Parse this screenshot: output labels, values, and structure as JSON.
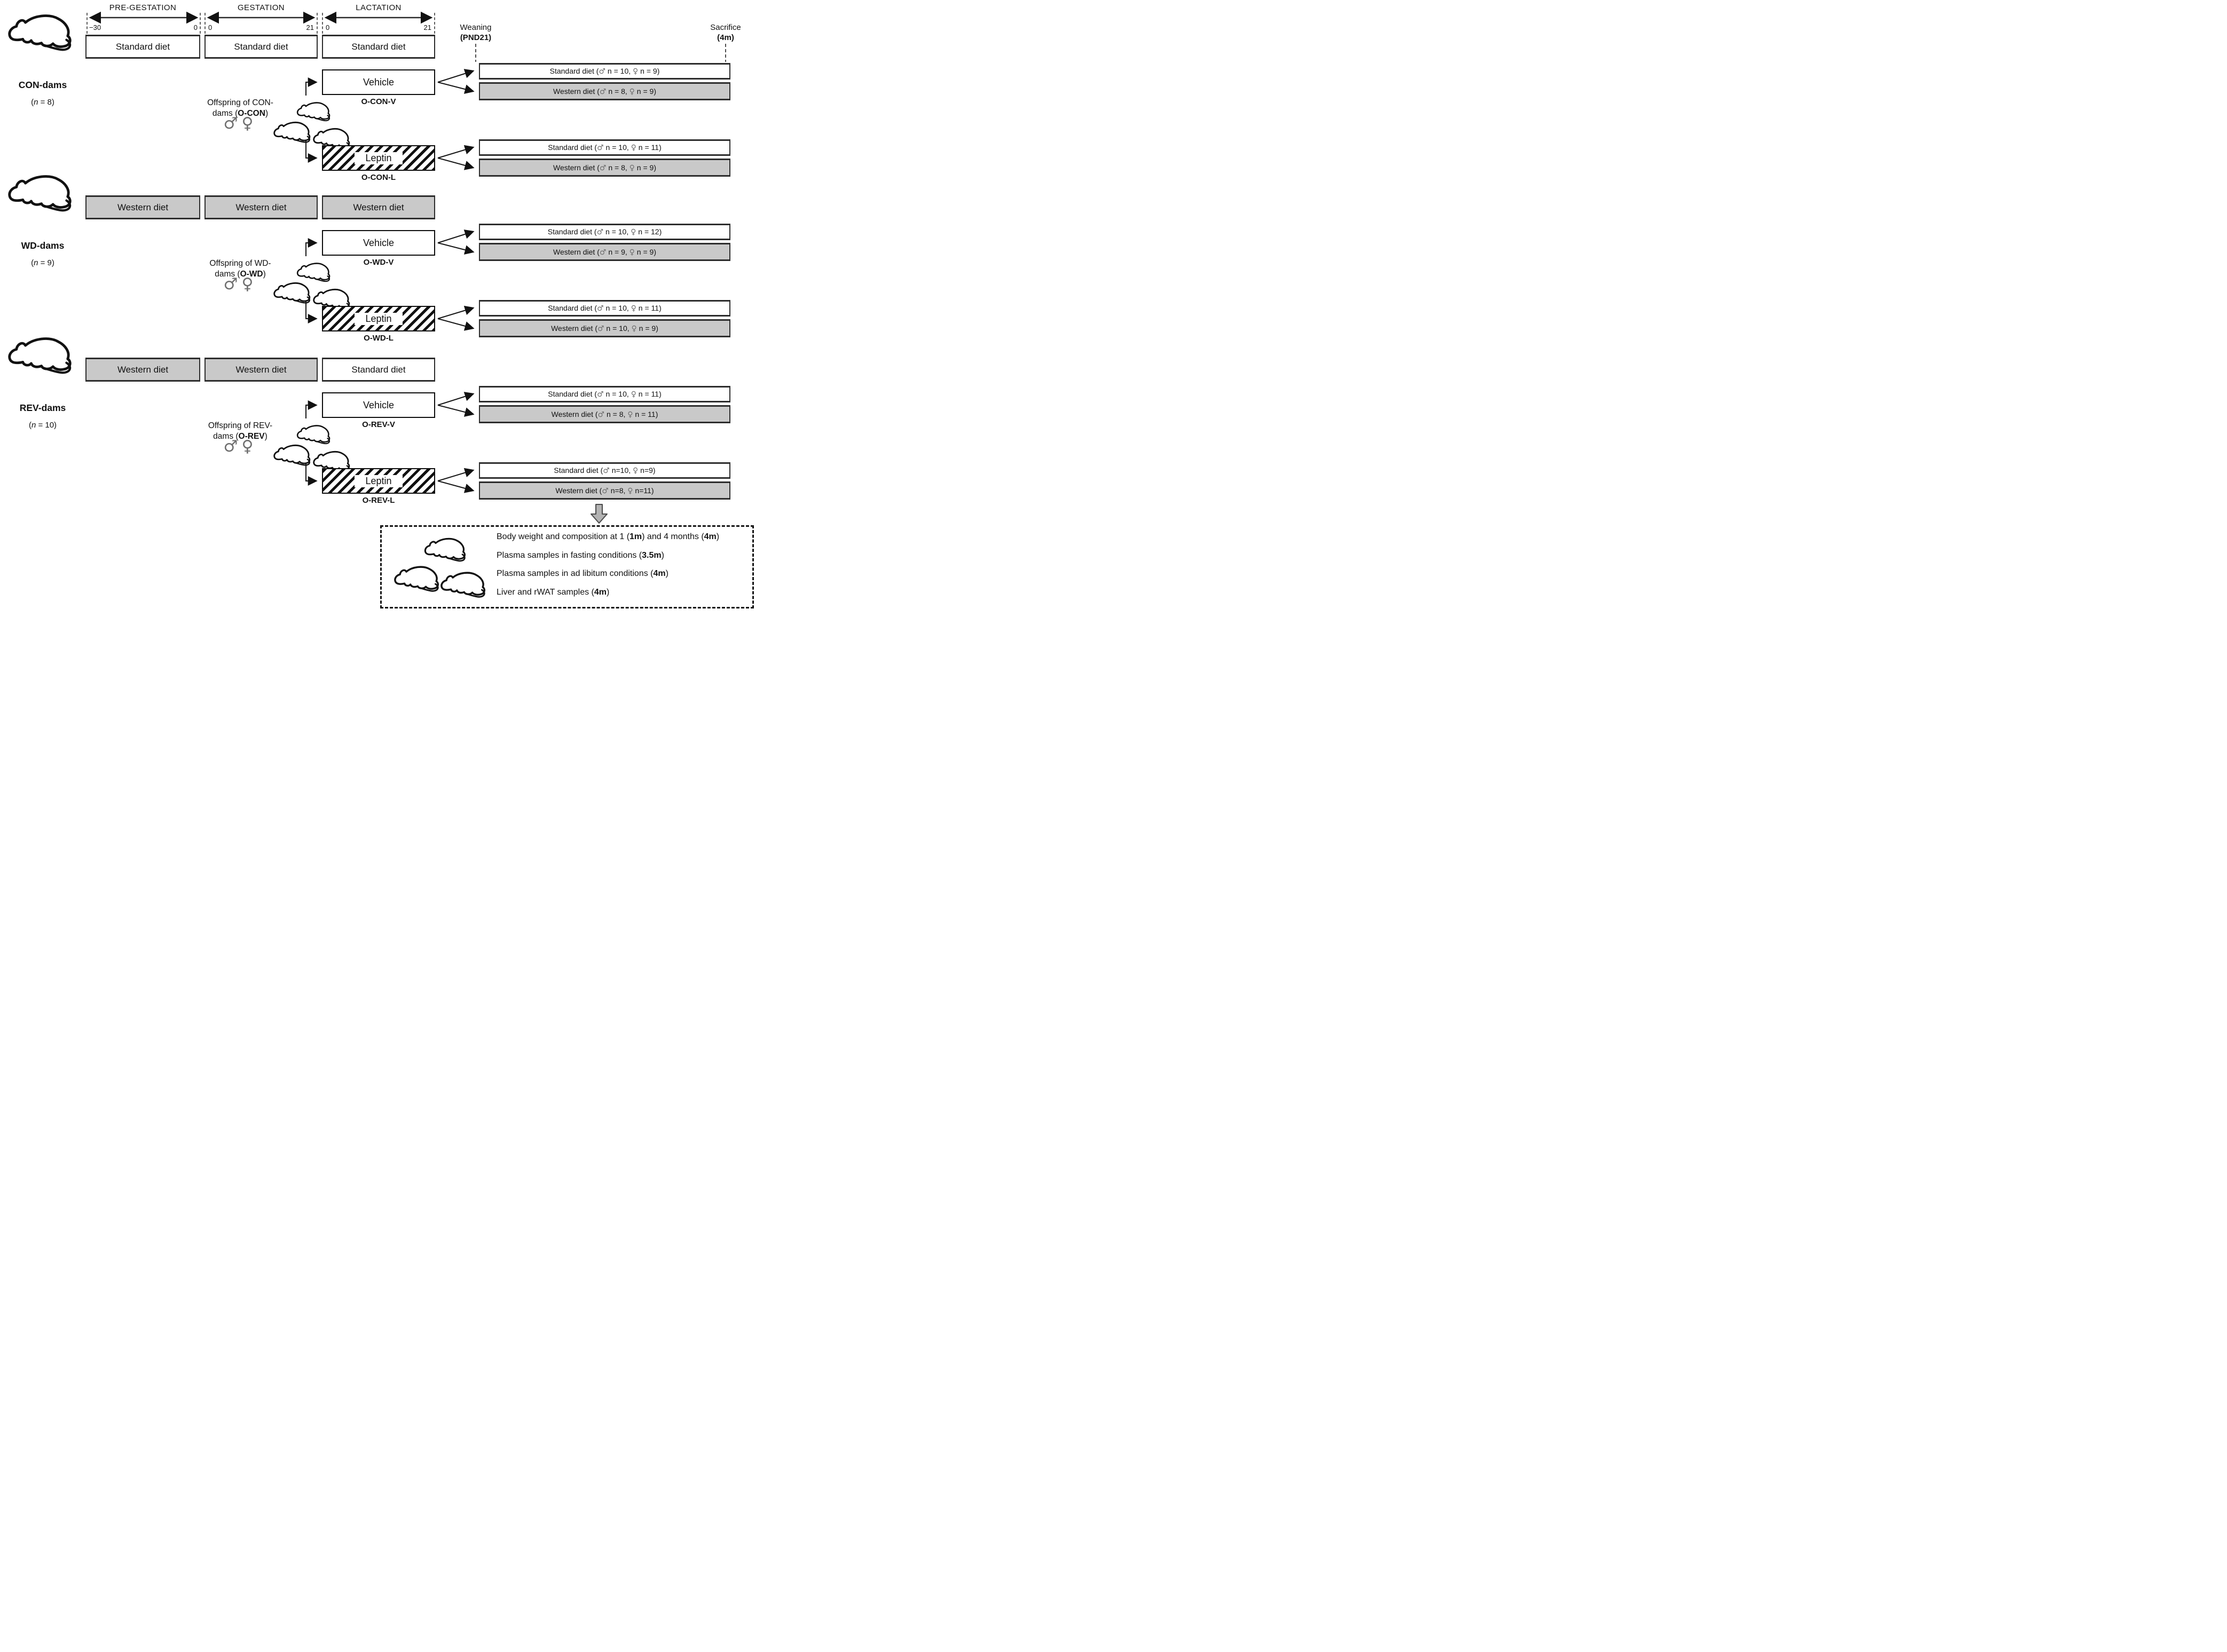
{
  "timeline": {
    "phases": [
      {
        "label": "PRE-GESTATION",
        "start": "−30",
        "end": "0"
      },
      {
        "label": "GESTATION",
        "start": "0",
        "end": "21"
      },
      {
        "label": "LACTATION",
        "start": "0",
        "end": "21"
      }
    ],
    "weaning": {
      "title": "Weaning",
      "sub": "(PND21)"
    },
    "sacrifice": {
      "title": "Sacrifice",
      "sub": "(4m)"
    }
  },
  "sections": [
    {
      "id": "CON",
      "dam": {
        "name": "CON-dams",
        "n_pre": "(",
        "n_it": "n",
        "n_post": " = 8)",
        "diets": [
          "Standard diet",
          "Standard diet",
          "Standard diet"
        ]
      },
      "offspring": {
        "line1": "Offspring of CON-",
        "l2_pre": "dams (",
        "l2_bold": "O-CON",
        "l2_post": ")",
        "male": "♂",
        "female": "♀"
      },
      "arms": [
        {
          "treatment": "Vehicle",
          "code": "O-CON-V",
          "outcomes": [
            {
              "pre": "Standard diet (",
              "m": "♂",
              "mid": " n = 10, ",
              "f": "♀",
              "post": " n = 9)"
            },
            {
              "pre": "Western diet (",
              "m": "♂",
              "mid": " n = 8, ",
              "f": "♀",
              "post": " n = 9)"
            }
          ]
        },
        {
          "treatment": "Leptin",
          "code": "O-CON-L",
          "outcomes": [
            {
              "pre": "Standard diet (",
              "m": "♂",
              "mid": " n = 10, ",
              "f": "♀",
              "post": " n = 11)"
            },
            {
              "pre": "Western diet (",
              "m": "♂",
              "mid": " n = 8, ",
              "f": "♀",
              "post": " n = 9)"
            }
          ]
        }
      ]
    },
    {
      "id": "WD",
      "dam": {
        "name": "WD-dams",
        "n_pre": "(",
        "n_it": "n",
        "n_post": " = 9)",
        "diets": [
          "Western diet",
          "Western diet",
          "Western diet"
        ]
      },
      "offspring": {
        "line1": "Offspring of WD-",
        "l2_pre": "dams (",
        "l2_bold": "O-WD",
        "l2_post": ")",
        "male": "♂",
        "female": "♀"
      },
      "arms": [
        {
          "treatment": "Vehicle",
          "code": "O-WD-V",
          "outcomes": [
            {
              "pre": "Standard diet (",
              "m": "♂",
              "mid": " n = 10, ",
              "f": "♀",
              "post": " n = 12)"
            },
            {
              "pre": "Western diet (",
              "m": "♂",
              "mid": " n = 9, ",
              "f": "♀",
              "post": " n = 9)"
            }
          ]
        },
        {
          "treatment": "Leptin",
          "code": "O-WD-L",
          "outcomes": [
            {
              "pre": "Standard diet (",
              "m": "♂",
              "mid": " n = 10, ",
              "f": "♀",
              "post": " n = 11)"
            },
            {
              "pre": "Western diet (",
              "m": "♂",
              "mid": " n = 10, ",
              "f": "♀",
              "post": " n = 9)"
            }
          ]
        }
      ]
    },
    {
      "id": "REV",
      "dam": {
        "name": "REV-dams",
        "n_pre": "(",
        "n_it": "n",
        "n_post": " = 10)",
        "diets": [
          "Western diet",
          "Western diet",
          "Standard diet"
        ]
      },
      "offspring": {
        "line1": "Offspring of REV-",
        "l2_pre": "dams (",
        "l2_bold": "O-REV",
        "l2_post": ")",
        "male": "♂",
        "female": "♀"
      },
      "arms": [
        {
          "treatment": "Vehicle",
          "code": "O-REV-V",
          "outcomes": [
            {
              "pre": "Standard diet (",
              "m": "♂",
              "mid": " n = 10, ",
              "f": "♀",
              "post": " n = 11)"
            },
            {
              "pre": "Western diet (",
              "m": "♂",
              "mid": " n = 8, ",
              "f": "♀",
              "post": " n = 11)"
            }
          ]
        },
        {
          "treatment": "Leptin",
          "code": "O-REV-L",
          "outcomes": [
            {
              "pre": "Standard diet (",
              "m": "♂",
              "mid": " n=10, ",
              "f": "♀",
              "post": " n=9)"
            },
            {
              "pre": "Western diet (",
              "m": "♂",
              "mid": " n=8, ",
              "f": "♀",
              "post": " n=11)"
            }
          ]
        }
      ]
    }
  ],
  "summary": {
    "lines": [
      {
        "pre": "Body weight and composition at 1 (",
        "b1": "1m",
        "mid": ") and 4 months (",
        "b2": "4m",
        "post": ")"
      },
      {
        "pre": "Plasma samples in fasting conditions (",
        "b1": "3.5m",
        "mid": "",
        "b2": "",
        "post": ")"
      },
      {
        "pre": "Plasma samples in ad libitum conditions (",
        "b1": "4m",
        "mid": "",
        "b2": "",
        "post": ")"
      },
      {
        "pre": "Liver and rWAT samples (",
        "b1": "4m",
        "mid": "",
        "b2": "",
        "post": ")"
      }
    ]
  },
  "colors": {
    "western_box_gray": "#c9c9c9",
    "symbol_gray": "#6f6f6f",
    "block_arrow_gray": "#b3b3b3"
  }
}
